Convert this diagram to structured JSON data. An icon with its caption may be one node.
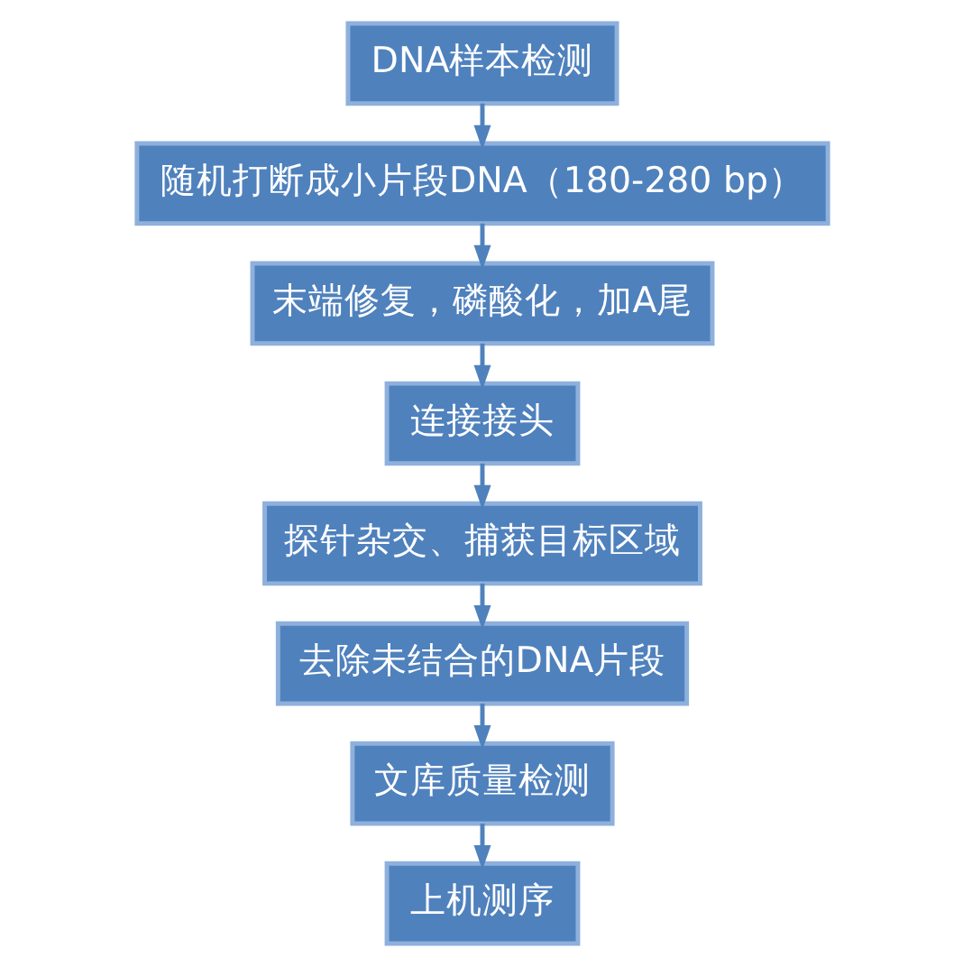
{
  "diagram": {
    "nodes": [
      {
        "text": [
          "DNA样本检测"
        ]
      },
      {
        "text": [
          "随机打断成小片段DNA（180-280 bp）"
        ]
      },
      {
        "text": [
          "末端修复，磷酸化，加A尾"
        ]
      },
      {
        "text": [
          "连接接头"
        ]
      },
      {
        "text": [
          "探针杂交、捕获目标区域"
        ]
      },
      {
        "text": [
          "去除未结合的DNA片段"
        ]
      },
      {
        "text": [
          "文库质量检测"
        ]
      },
      {
        "text": [
          "上机测序"
        ]
      }
    ],
    "edges": [
      {
        "from": 0,
        "to": 1,
        "arrow": "to"
      },
      {
        "from": 1,
        "to": 2,
        "arrow": "to"
      },
      {
        "from": 2,
        "to": 3,
        "arrow": "to"
      },
      {
        "from": 3,
        "to": 4,
        "arrow": "to"
      },
      {
        "from": 4,
        "to": 5,
        "arrow": "to"
      },
      {
        "from": 5,
        "to": 6,
        "arrow": "to"
      },
      {
        "from": 6,
        "to": 7,
        "arrow": "to"
      }
    ]
  }
}
